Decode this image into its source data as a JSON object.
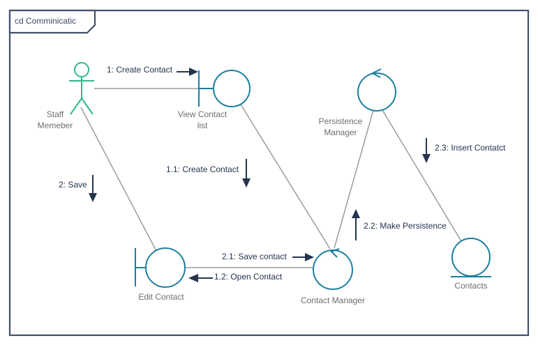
{
  "frame": {
    "tab_label": "cd Comminicatic"
  },
  "colors": {
    "frame_border": "#44506C",
    "node_teal": "#1A7F9E",
    "actor_green": "#2EB886",
    "message_navy": "#24344D",
    "connector_gray": "#9C9C9C",
    "node_label_gray": "#6E6E6E"
  },
  "nodes": {
    "staff_member": {
      "label": "Staff Memeber",
      "type": "actor"
    },
    "view_contact_list": {
      "label": "View Contact list",
      "type": "boundary"
    },
    "persistence_manager": {
      "label": "Persistence Manager",
      "type": "control"
    },
    "edit_contact": {
      "label": "Edit Contact",
      "type": "boundary"
    },
    "contact_manager": {
      "label": "Contact Manager",
      "type": "control"
    },
    "contacts": {
      "label": "Contacts",
      "type": "entity"
    }
  },
  "messages": {
    "m1": {
      "label": "1: Create Contact",
      "direction": "right"
    },
    "m1_1": {
      "label": "1.1: Create Contact",
      "direction": "down"
    },
    "m1_2": {
      "label": "1.2: Open Contact",
      "direction": "left"
    },
    "m2": {
      "label": "2: Save",
      "direction": "down"
    },
    "m2_1": {
      "label": "2.1: Save contact",
      "direction": "right"
    },
    "m2_2": {
      "label": "2.2: Make Persistence",
      "direction": "up"
    },
    "m2_3": {
      "label": "2.3: Insert Contatct",
      "direction": "down"
    }
  }
}
